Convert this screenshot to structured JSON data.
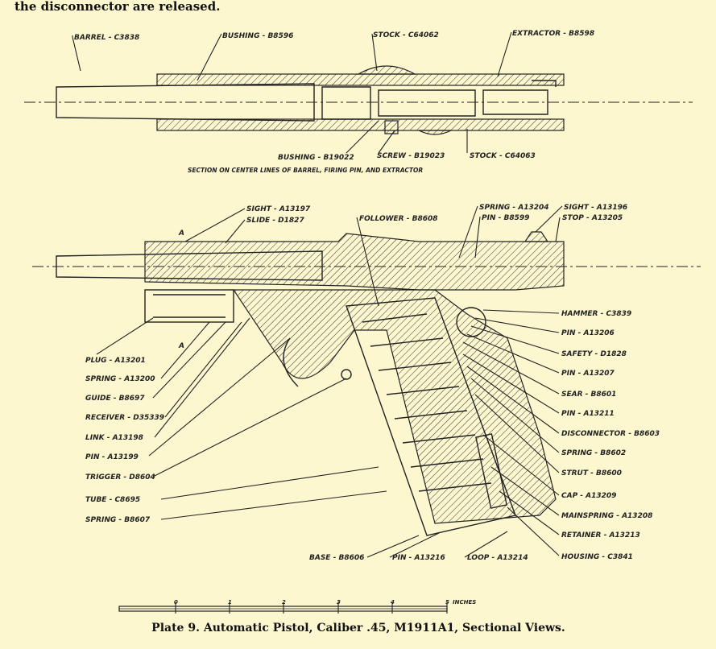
{
  "intro_text": "the disconnector are released.",
  "top_view": {
    "labels": [
      "BARREL - C3838",
      "BUSHING - B8596",
      "STOCK - C64062",
      "EXTRACTOR - B8598",
      "BUSHING - B19022",
      "SCREW - B19023",
      "STOCK - C64063"
    ],
    "section_caption": "SECTION ON CENTER LINES OF BARREL, FIRING PIN, AND EXTRACTOR"
  },
  "side_view": {
    "top_labels": [
      "SIGHT - A13197",
      "SLIDE - D1827",
      "FOLLOWER - B8608",
      "SPRING - A13204",
      "PIN - B8599",
      "SIGHT - A13196",
      "STOP - A13205"
    ],
    "left_labels": [
      "PLUG - A13201",
      "SPRING - A13200",
      "GUIDE - B8697",
      "RECEIVER - D35339",
      "LINK - A13198",
      "PIN - A13199",
      "TRIGGER - D8604",
      "TUBE - C8695",
      "SPRING - B8607"
    ],
    "right_labels": [
      "HAMMER - C3839",
      "PIN - A13206",
      "SAFETY - D1828",
      "PIN - A13207",
      "SEAR - B8601",
      "PIN - A13211",
      "DISCONNECTOR - B8603",
      "SPRING - B8602",
      "STRUT - B8600",
      "CAP - A13209",
      "MAINSPRING - A13208",
      "RETAINER - A13213",
      "HOUSING - C3841"
    ],
    "bottom_labels": [
      "BASE - B8606",
      "PIN - A13216",
      "LOOP - A13214"
    ],
    "section_marker": "A"
  },
  "scale": {
    "ticks": [
      "0",
      "1",
      "2",
      "3",
      "4",
      "5"
    ],
    "unit": "INCHES"
  },
  "caption": "Plate 9.  Automatic Pistol, Caliber .45, M1911A1, Sectional Views."
}
